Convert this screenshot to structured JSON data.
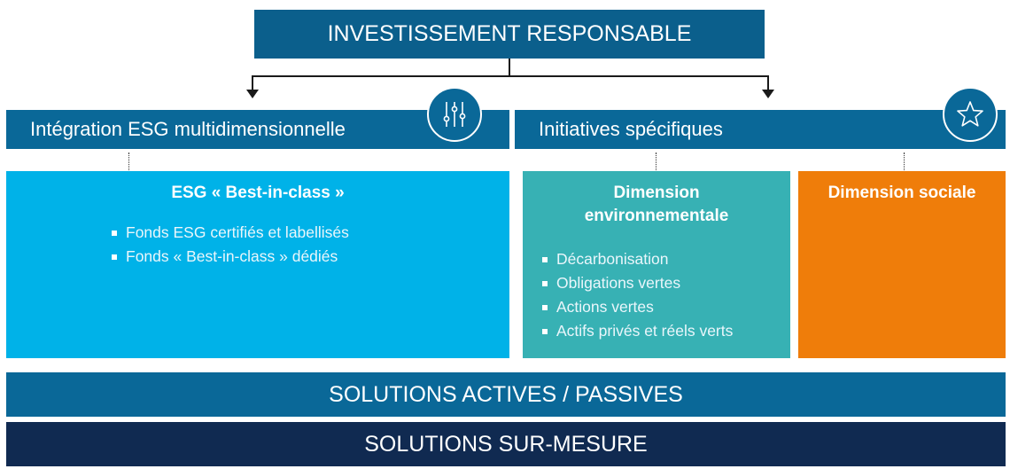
{
  "top": {
    "title": "INVESTISSEMENT RESPONSABLE"
  },
  "left_band": {
    "title": "Intégration ESG multidimensionnelle",
    "icon": "sliders-icon"
  },
  "right_band": {
    "title": "Initiatives spécifiques",
    "icon": "star-icon"
  },
  "box_esg": {
    "title": "ESG « Best-in-class »",
    "items": [
      "Fonds ESG certifiés et labellisés",
      "Fonds « Best-in-class » dédiés"
    ],
    "color": "#00b2e8"
  },
  "box_env": {
    "title_line1": "Dimension",
    "title_line2": "environnementale",
    "items": [
      "Décarbonisation",
      "Obligations vertes",
      "Actions vertes",
      "Actifs privés et réels verts"
    ],
    "color": "#37b1b4"
  },
  "box_social": {
    "title": "Dimension sociale",
    "color": "#ef7d0a"
  },
  "bottom": {
    "actives": "SOLUTIONS ACTIVES / PASSIVES",
    "mesure": "SOLUTIONS SUR-MESURE"
  },
  "colors": {
    "dark_blue": "#0b5f8c",
    "band_blue": "#0a6898",
    "navy": "#102a51"
  }
}
